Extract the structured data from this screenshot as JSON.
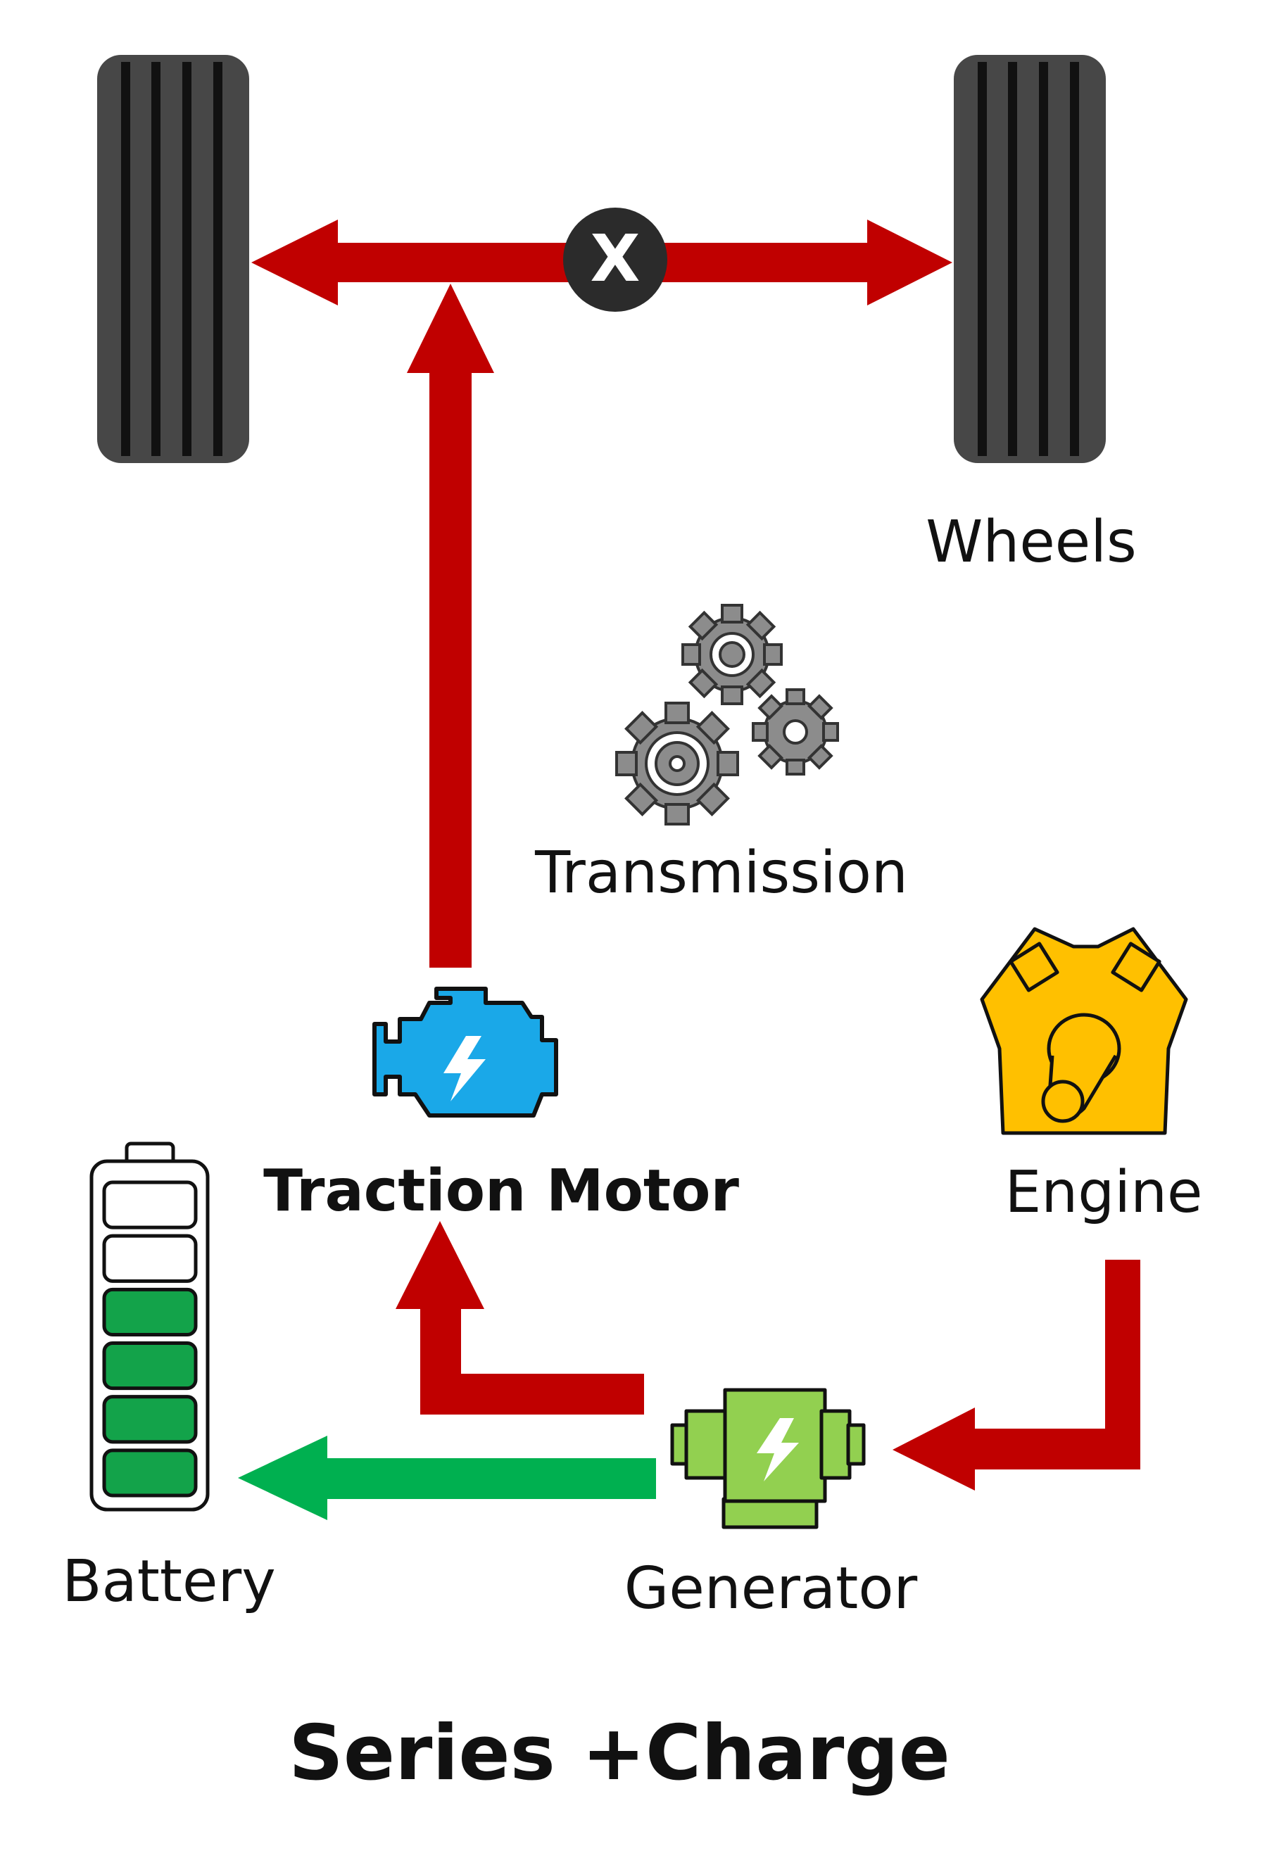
{
  "diagram": {
    "title": "Series +Charge",
    "clutch_symbol": "X",
    "labels": {
      "wheels": "Wheels",
      "transmission": "Transmission",
      "traction_motor": "Traction Motor",
      "engine": "Engine",
      "battery": "Battery",
      "generator": "Generator"
    },
    "battery": {
      "total_cells": 6,
      "charged_cells": 4
    },
    "colors": {
      "power_flow": "#c00000",
      "charge_flow": "#00b050",
      "tire": "#474747",
      "tread": "#111111",
      "motor": "#1aa8e8",
      "generator": "#92d050",
      "engine": "#ffc000",
      "gear": "#8c8c8c",
      "battery_cell": "#13a34a"
    },
    "icons": [
      "tire-icon",
      "clutch-x-icon",
      "gears-icon",
      "electric-motor-icon",
      "engine-icon",
      "battery-icon",
      "generator-icon"
    ]
  }
}
